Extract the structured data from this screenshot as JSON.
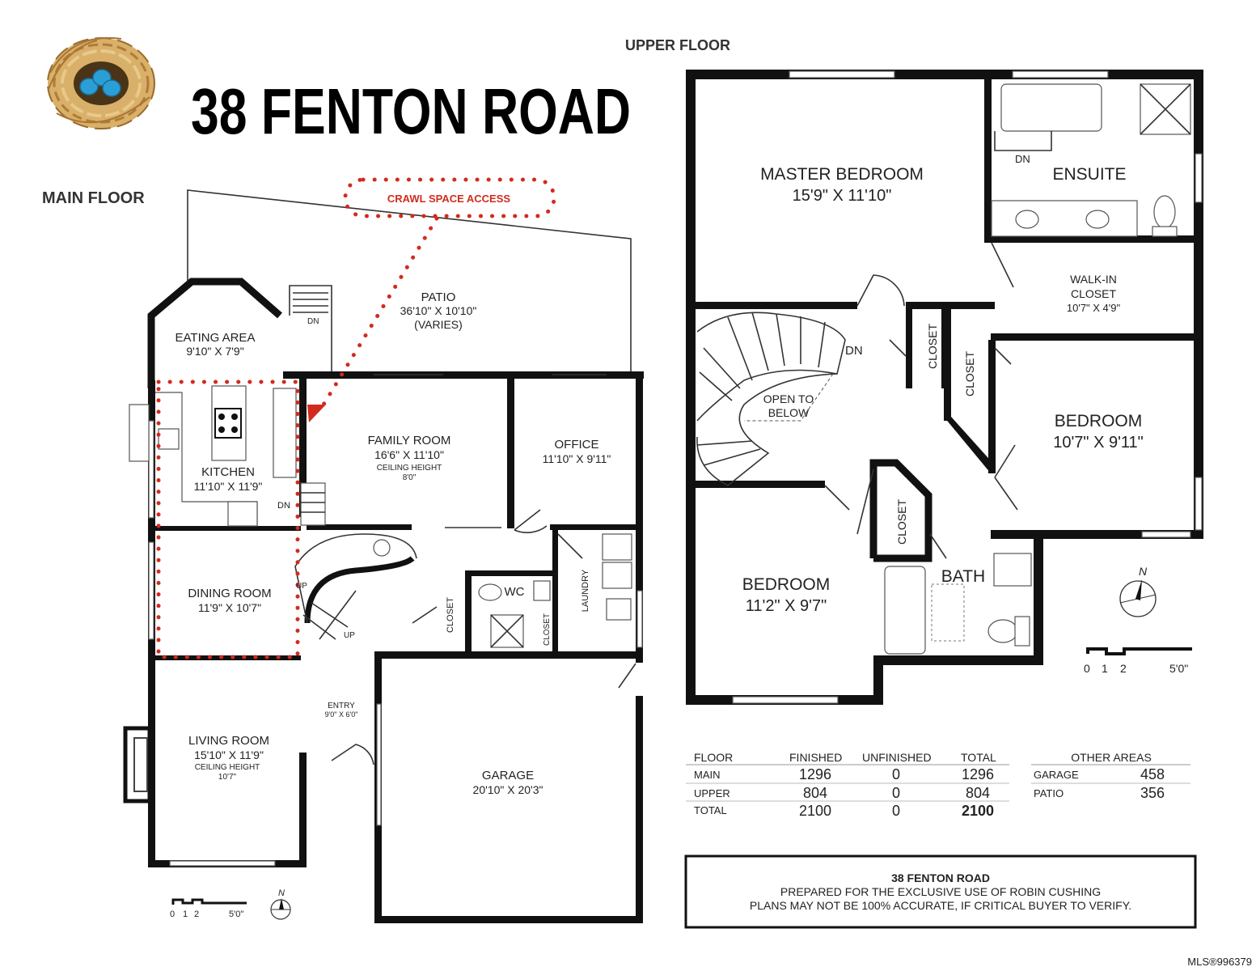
{
  "property_title": "38 FENTON  ROAD",
  "main_floor": {
    "label": "MAIN FLOOR",
    "crawl_space_label": "CRAWL SPACE ACCESS",
    "rooms": {
      "patio": {
        "name": "PATIO",
        "dims": "36'10\" X 10'10\"",
        "note": "(VARIES)"
      },
      "eating_area": {
        "name": "EATING AREA",
        "dims": "9'10\" X 7'9\""
      },
      "kitchen": {
        "name": "KITCHEN",
        "dims": "11'10\" X 11'9\""
      },
      "family_room": {
        "name": "FAMILY ROOM",
        "dims": "16'6\" X 11'10\"",
        "ceiling_label": "CEILING HEIGHT",
        "ceiling_value": "8'0\""
      },
      "office": {
        "name": "OFFICE",
        "dims": "11'10\" X 9'11\""
      },
      "dining_room": {
        "name": "DINING ROOM",
        "dims": "11'9\" X 10'7\""
      },
      "wc": {
        "name": "WC"
      },
      "laundry": {
        "name": "LAUNDRY"
      },
      "closet": {
        "name": "CLOSET"
      },
      "entry": {
        "name": "ENTRY",
        "dims": "9'0\" X 6'0\""
      },
      "living_room": {
        "name": "LIVING ROOM",
        "dims": "15'10\" X 11'9\"",
        "ceiling_label": "CEILING HEIGHT",
        "ceiling_value": "10'7\""
      },
      "garage": {
        "name": "GARAGE",
        "dims": "20'10\" X 20'3\""
      }
    },
    "stair_labels": {
      "dn": "DN",
      "up": "UP"
    },
    "scale": {
      "tick0": "0",
      "tick1": "1",
      "tick2": "2",
      "tick5": "5'0\""
    },
    "north": "N"
  },
  "upper_floor": {
    "label": "UPPER FLOOR",
    "rooms": {
      "master_bedroom": {
        "name": "MASTER BEDROOM",
        "dims": "15'9\" X 11'10\""
      },
      "ensuite": {
        "name": "ENSUITE"
      },
      "walk_in_closet": {
        "name1": "WALK-IN",
        "name2": "CLOSET",
        "dims": "10'7\" X 4'9\""
      },
      "closet": {
        "name": "CLOSET"
      },
      "open_to_below": {
        "line1": "OPEN TO",
        "line2": "BELOW"
      },
      "bedroom_2": {
        "name": "BEDROOM",
        "dims": "10'7\" X 9'11\""
      },
      "bedroom_3": {
        "name": "BEDROOM",
        "dims": "11'2\" X 9'7\""
      },
      "bath": {
        "name": "BATH"
      }
    },
    "stair_label": "DN",
    "scale": {
      "tick0": "0",
      "tick1": "1",
      "tick2": "2",
      "tick5": "5'0\""
    },
    "north": "N"
  },
  "area_table": {
    "headers": [
      "FLOOR",
      "FINISHED",
      "UNFINISHED",
      "TOTAL"
    ],
    "rows": [
      [
        "MAIN",
        "1296",
        "0",
        "1296"
      ],
      [
        "UPPER",
        "804",
        "0",
        "804"
      ],
      [
        "TOTAL",
        "2100",
        "0",
        "2100"
      ]
    ]
  },
  "other_areas": {
    "header": "OTHER AREAS",
    "rows": [
      [
        "GARAGE",
        "458"
      ],
      [
        "PATIO",
        "356"
      ]
    ]
  },
  "footer_box": {
    "line1": "38 FENTON ROAD",
    "line2": "PREPARED FOR THE EXCLUSIVE USE OF ROBIN CUSHING",
    "line3": "PLANS MAY NOT BE 100% ACCURATE, IF CRITICAL BUYER TO VERIFY."
  },
  "watermark": "MLS®996379",
  "colors": {
    "crawl_space": "#d12b1e",
    "nest_egg": "#2a9fd6",
    "nest_straw": "#c99a4a"
  }
}
